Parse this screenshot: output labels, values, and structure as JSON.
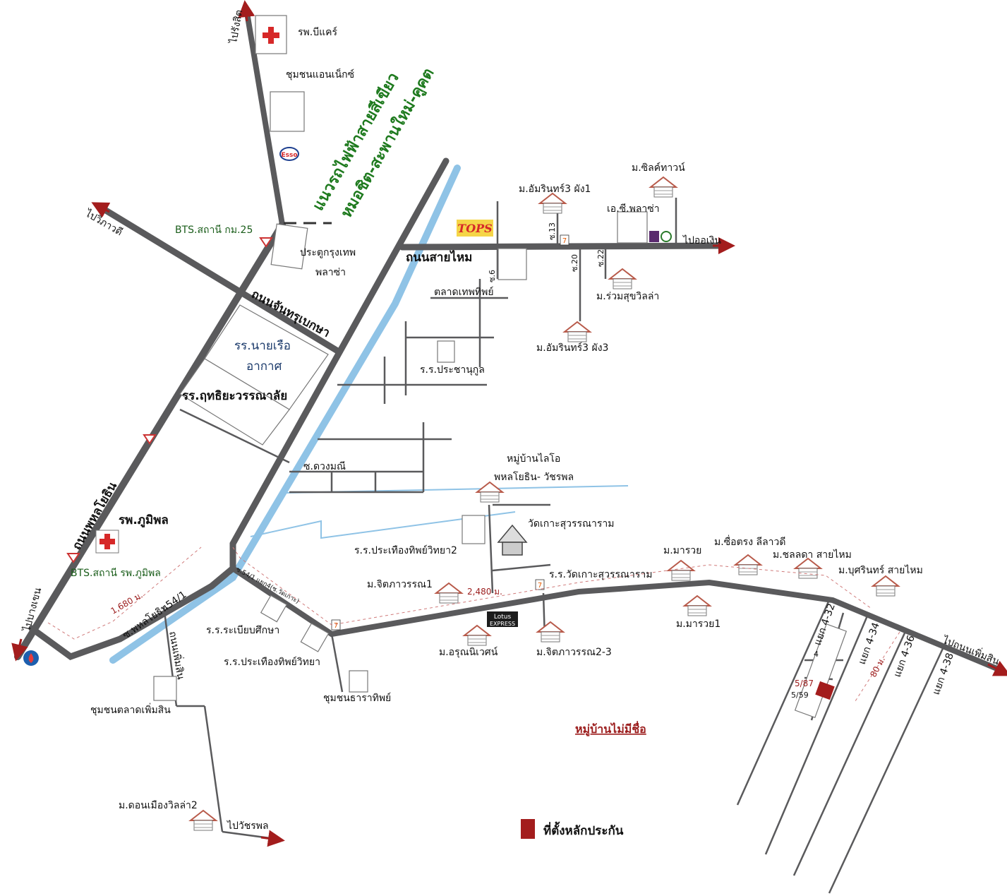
{
  "places": {
    "bcare_hospital": "รพ.บีแคร์",
    "annex_community": "ชุมชนแอนเน็กซ์",
    "to_rangsit": "ไปรังสิต",
    "esso": "Esso",
    "bts_km25": "BTS.สถานี กม.25",
    "to_vibhavadi": "ไปวิภาวดี",
    "green_line_1": "แนวรถไฟฟ้าสายสีเขียว",
    "green_line_2": "หมอชิต-สะพานใหม่-คูคต",
    "pratu_krungthep": "ประตูกรุงเทพ",
    "plaza": "พลาซ่า",
    "chanthrubeksa_rd": "ถนนจันทรุเบกษา",
    "navy_school_1": "รร.นายเรือ",
    "navy_school_2": "อากาศ",
    "rittiya_school": "รร.ฤทธิยะวรรณาลัย",
    "phahonyothin_rd": "ถนนพหลโยธิน",
    "bhumibol_hospital": "รพ.ภูมิพล",
    "bts_bhumibol": "BTS.สถานี รพ.ภูมิพล",
    "to_bangkhen": "ไปบางเขน",
    "tops": "TOPS",
    "saimai_rd": "ถนนสายไหม",
    "amarin3_zone1": "ม.อัมรินทร์3 ผัง1",
    "silk_town": "ม.ซิลค์ทาวน์",
    "ac_plaza": "เอ.ซี.พลาซ่า",
    "to_ongoen": "ไปออเงิน",
    "soi13": "ซ.13",
    "soi20": "ซ.20",
    "soi22": "ซ.22",
    "soi6": "ซ.6",
    "thepthip_market": "ตลาดเทพทิพย์",
    "ruamsuk_villa": "ม.ร่วมสุขวิลล่า",
    "amarin3_zone3": "ม.อัมรินทร์3 ผัง3",
    "prachanukul_school": "ร.ร.ประชานุกูล",
    "duangmanee": "ซ.ดวงมณี",
    "laio_village_1": "หมู่บ้านไลโอ",
    "laio_village_2": "พหลโยธิน- วัชรพล",
    "wat_ko_suwan": "วัดเกาะสุวรรณาราม",
    "prathueang_school2": "ร.ร.ประเทืองทิพย์วิทยา2",
    "jitpawan1": "ม.จิตภาวรรณ1",
    "wat_ko_school": "ร.ร.วัดเกาะสุวรรณาราม",
    "marauy": "ม.มารวย",
    "suetrong": "ม.ซื่อตรง ลีลาวดี",
    "chonlada": "ม.ชลลดา สายไหม",
    "bussarin": "ม.บุศรินทร์ สายไหม",
    "soi_54_1": "ซ.54/1 แยก4(ซ.วัดเกาะ)",
    "dist_1680": "1,680 ม.",
    "dist_2480": "2,480 ม.",
    "lotus_1": "Lotus",
    "lotus_2": "EXPRESS",
    "phahon_54_1": "ซ.พหลโยธิน54/1",
    "rabiab_school": "ร.ร.ระเบียบศึกษา",
    "prathueang_school": "ร.ร.ประเทืองทิพย์วิทยา",
    "termsin_rd": "ถนนเพิ่มสิน",
    "talat_termsin": "ชุมชนตลาดเพิ่มสิน",
    "tharathip": "ชุมชนธาราทิพย์",
    "arunniwet": "ม.อรุณนิเวศน์",
    "jitpawan23": "ม.จิตภาวรรณ2-3",
    "marauy1": "ม.มารวย1",
    "split_432": "แยก 4-32",
    "split_434": "แยก 4-34",
    "split_436": "แยก 4-36",
    "split_438": "แยก 4-38",
    "to_termsin_rd": "ไปถนนเพิ่มสิน",
    "plot_4": "4",
    "plot_587": "5/87",
    "plot_559": "5/59",
    "dist_80": "80 ม.",
    "no_name_village": "หมู่บ้านไม่มีชื่อ",
    "don_mueang_villa": "ม.ดอนเมืองวิลล่า2",
    "to_watcharaphon": "ไปวัชรพล"
  },
  "legend": {
    "collateral": "ที่ตั้งหลักประกัน",
    "collateral_color": "#a31d1d"
  },
  "colors": {
    "road": "#5a5a5c",
    "canal": "#8fc3e6",
    "arrow": "#a31d1d",
    "route": "#d07a7a"
  }
}
